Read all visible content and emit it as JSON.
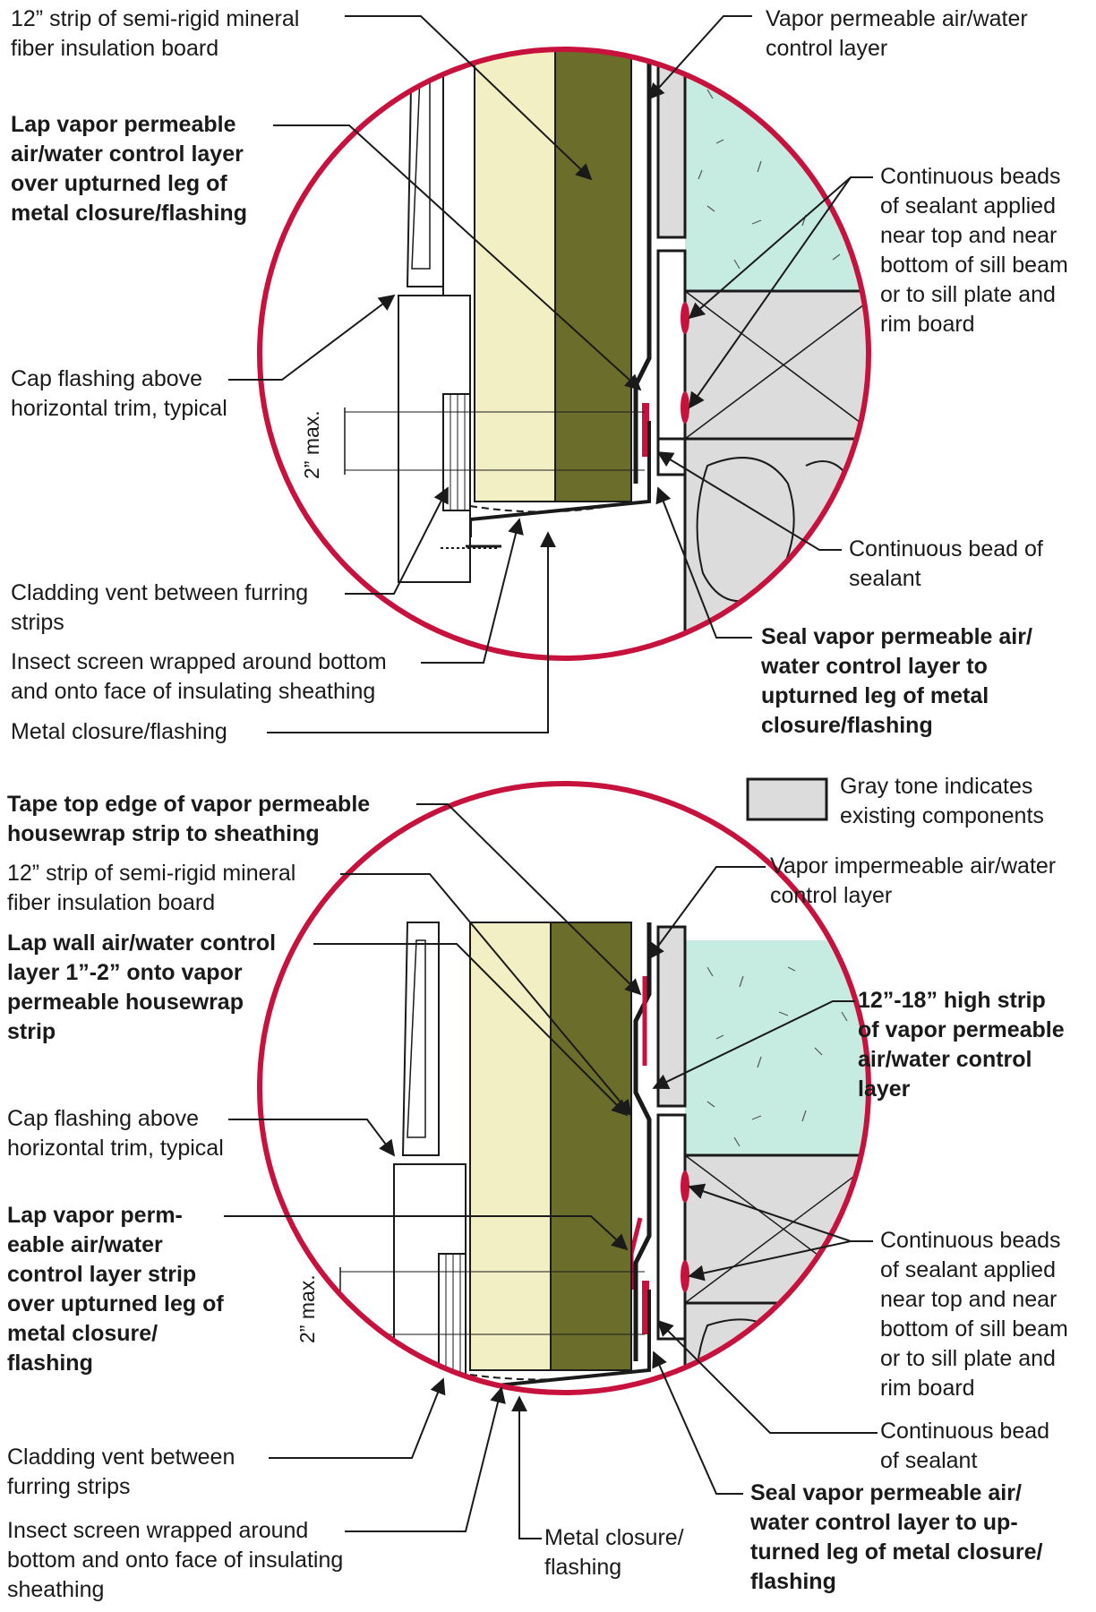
{
  "colors": {
    "insulation_board": "#f3efc4",
    "sheathing": "#6b6d2a",
    "sealant": "#c8123e",
    "existing_gray": "#dcdcdc",
    "concrete_mint": "#c6ece2",
    "circle_outline": "#c8123e"
  },
  "top_detail": {
    "labels": {
      "mineral_fiber": "12” strip of semi-rigid mineral\nfiber insulation board",
      "lap_over_leg": "Lap vapor permeable\nair/water control layer\nover upturned leg of\nmetal closure/flashing",
      "cap_flashing": "Cap flashing above\nhorizontal trim, typical",
      "cladding_vent": "Cladding vent between furring\nstrips",
      "insect_screen": "Insect screen wrapped around bottom\nand onto face of insulating sheathing",
      "metal_closure": "Metal closure/flashing",
      "vapor_permeable_layer": "Vapor permeable air/water\ncontrol layer",
      "sealant_beads": "Continuous beads\nof sealant applied\nnear top and near\nbottom of sill beam\nor to sill plate and\nrim board",
      "sealant_bead": "Continuous bead of\nsealant",
      "seal_layer": "Seal vapor permeable air/\nwater control layer to\nupturned leg of metal\nclosure/flashing",
      "dimension": "2” max."
    }
  },
  "legend": {
    "text": "Gray tone indicates\nexisting components"
  },
  "bottom_detail": {
    "labels": {
      "tape_top_edge": "Tape top edge of vapor permeable\nhousewrap strip to sheathing",
      "mineral_fiber": "12” strip of semi-rigid mineral\nfiber insulation board",
      "lap_wall_layer": "Lap wall air/water control\nlayer 1”-2” onto vapor\npermeable housewrap\nstrip",
      "cap_flashing": "Cap flashing above\nhorizontal trim, typical",
      "lap_strip": "Lap vapor perm-\neable air/water\ncontrol layer strip\nover upturned leg of\nmetal closure/\nflashing",
      "cladding_vent": "Cladding vent between\nfurring strips",
      "insect_screen": "Insect screen wrapped around\nbottom and onto face of insulating\nsheathing",
      "metal_closure": "Metal closure/\nflashing",
      "vapor_impermeable_layer": "Vapor impermeable air/water\ncontrol layer",
      "high_strip": "12”-18” high strip\nof vapor permeable\nair/water control\nlayer",
      "sealant_beads": "Continuous beads\nof sealant applied\nnear top and near\nbottom of sill beam\nor to sill plate and\nrim board",
      "sealant_bead": "Continuous bead\nof sealant",
      "seal_layer": "Seal vapor permeable air/\nwater control layer to up-\nturned leg of metal closure/\nflashing",
      "dimension": "2” max."
    }
  }
}
